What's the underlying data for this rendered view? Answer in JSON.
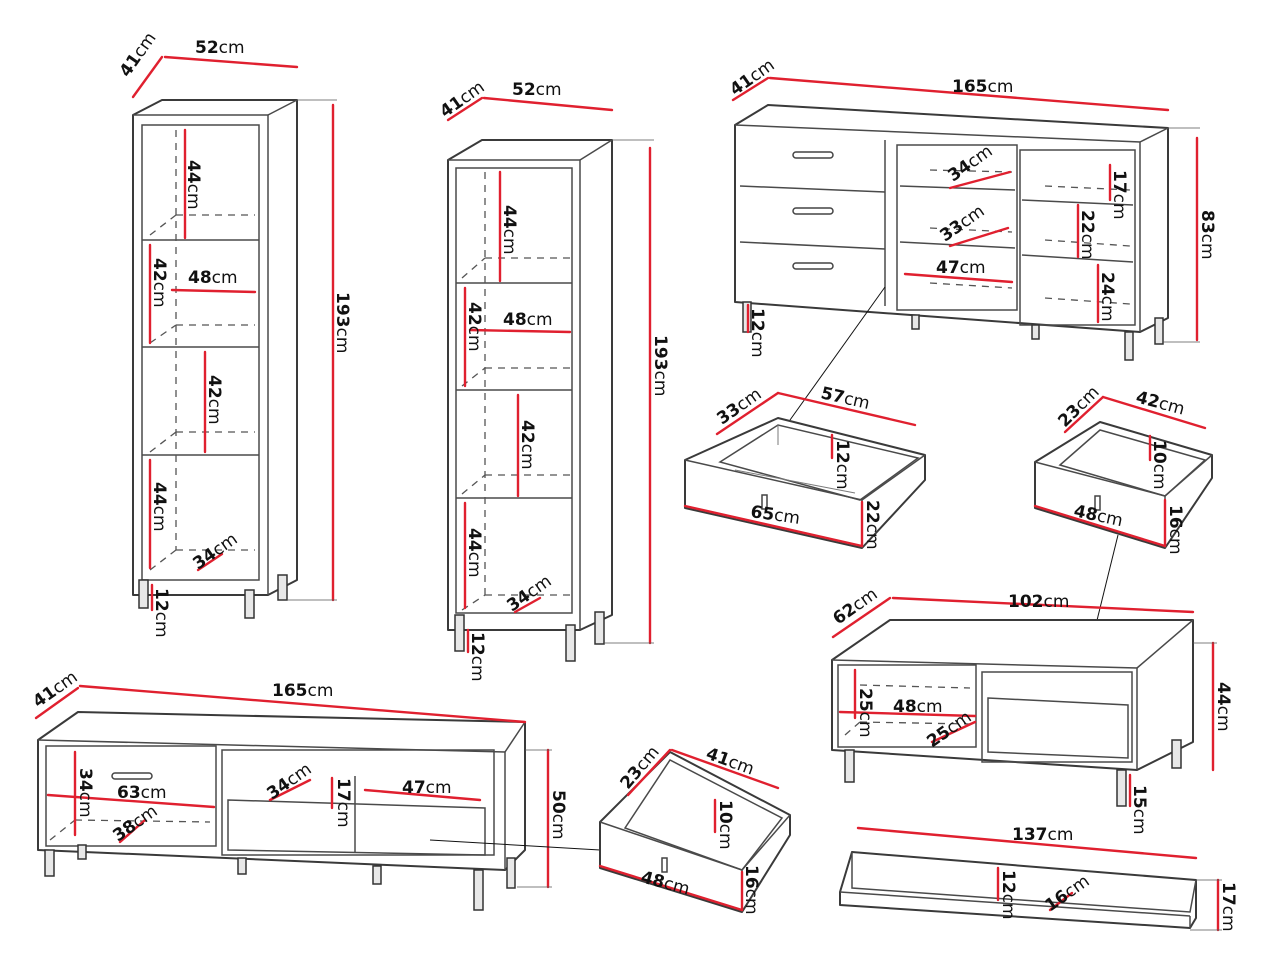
{
  "unit": "cm",
  "colors": {
    "dimension_line": "#e0202f",
    "outline": "#3a3a3a",
    "text": "#111111"
  },
  "tall_cabinet_left": {
    "depth": "41",
    "width": "52",
    "height": "193",
    "shelf_top": "44",
    "shelf_width": "48",
    "shelf_2": "42",
    "shelf_3": "42",
    "shelf_bottom": "44",
    "inner_depth": "34",
    "legs": "12"
  },
  "tall_cabinet_right": {
    "depth": "41",
    "width": "52",
    "height": "193",
    "shelf_top": "44",
    "shelf_width": "48",
    "shelf_2": "42",
    "shelf_3": "42",
    "shelf_bottom": "44",
    "inner_depth": "34",
    "legs": "12"
  },
  "sideboard": {
    "depth": "41",
    "width": "165",
    "height": "83",
    "inner_depth": "34",
    "inner_depth_2": "33",
    "inner_width": "47",
    "compartment_1": "17",
    "compartment_2": "22",
    "compartment_3": "24",
    "legs": "12"
  },
  "sideboard_drawer": {
    "depth": "33",
    "width": "57",
    "inner_height": "12",
    "front_width": "65",
    "front_height": "22"
  },
  "small_drawer": {
    "depth": "23",
    "width": "42",
    "inner_height": "10",
    "front_width": "48",
    "front_height": "16"
  },
  "coffee_table": {
    "depth": "62",
    "width": "102",
    "height": "44",
    "shelf_height": "25",
    "shelf_width": "48",
    "shelf_depth": "25",
    "legs": "15"
  },
  "tv_stand": {
    "depth": "41",
    "width": "165",
    "height": "50",
    "left_height": "34",
    "left_width": "63",
    "left_depth": "38",
    "inner_depth": "34",
    "compartment_height": "17",
    "inner_width": "47"
  },
  "tv_drawer": {
    "depth": "23",
    "width": "41",
    "inner_height": "10",
    "front_width": "48",
    "front_height": "16"
  },
  "wall_shelf": {
    "width": "137",
    "height": "12",
    "depth": "16",
    "total_height": "17"
  }
}
